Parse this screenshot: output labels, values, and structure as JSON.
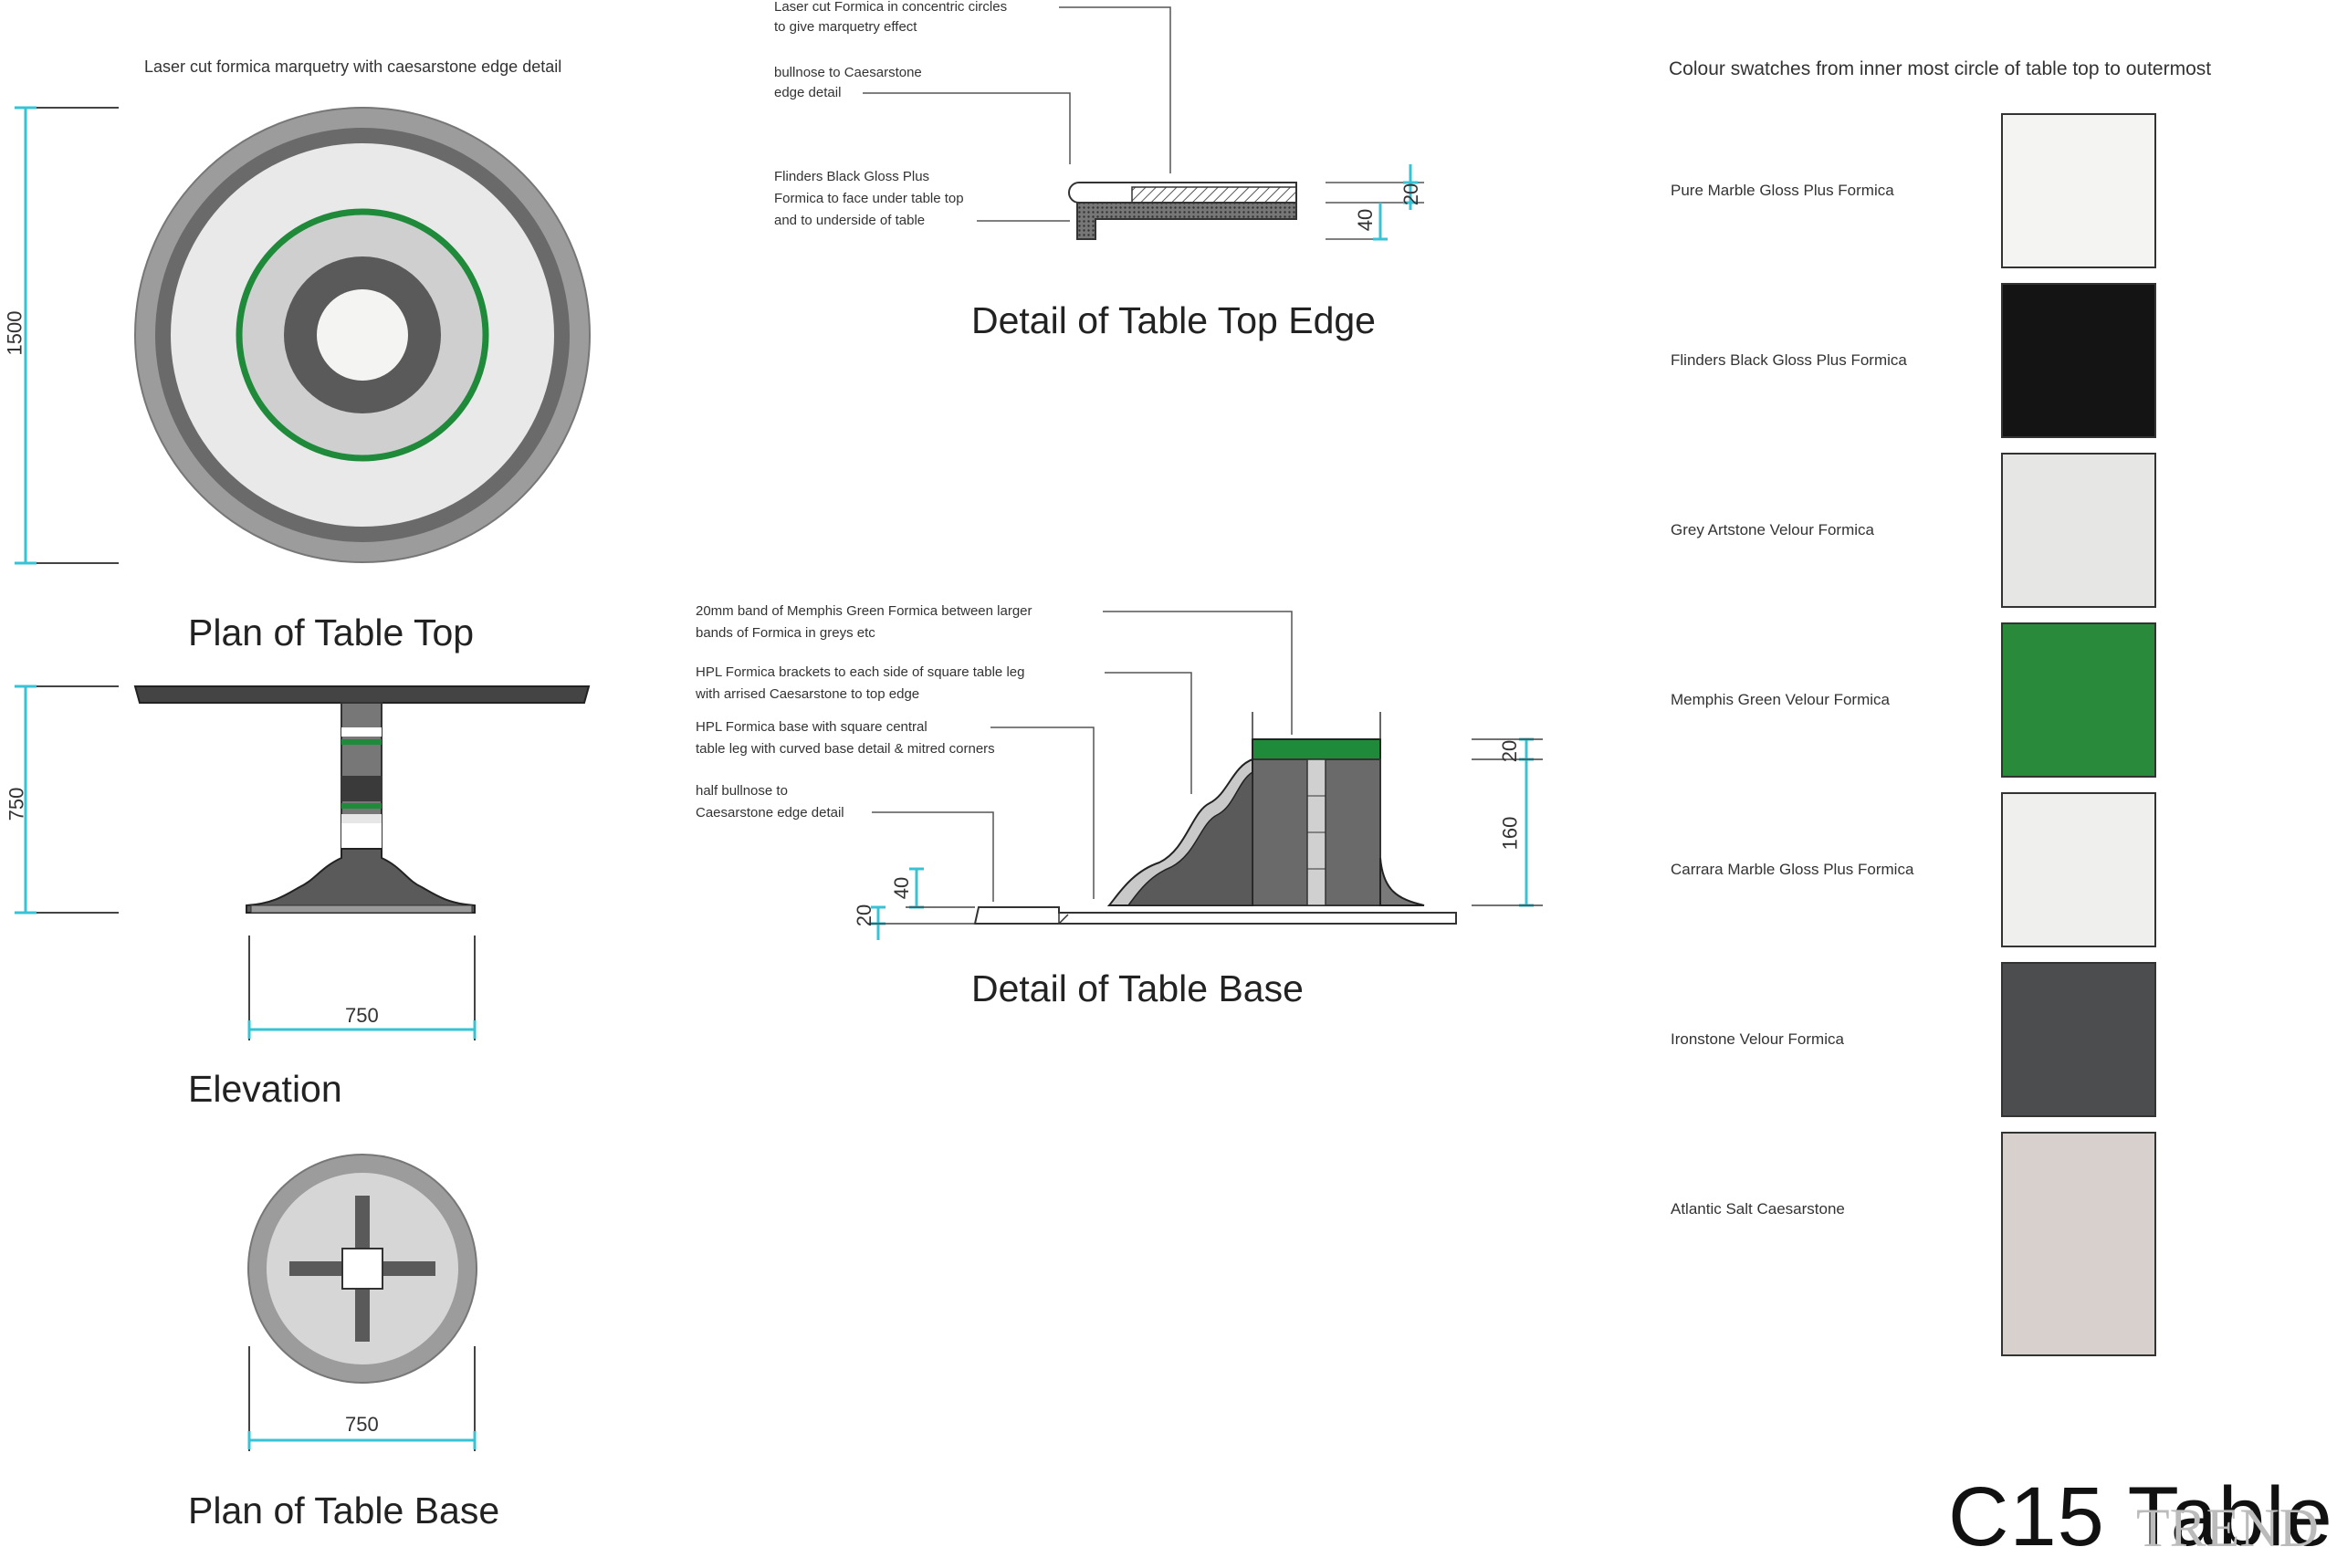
{
  "plan_top": {
    "note": "Laser cut formica marquetry with caesarstone edge detail",
    "dimension": "1500",
    "caption": "Plan of Table Top"
  },
  "elevation": {
    "height_dim": "750",
    "width_dim": "750",
    "caption": "Elevation"
  },
  "plan_base": {
    "width_dim": "750",
    "caption": "Plan of Table Base"
  },
  "detail_edge": {
    "notes": [
      "Laser cut Formica in concentric circles",
      "to give marquetry effect",
      "bullnose to Caesarstone",
      "edge detail",
      "Flinders Black Gloss Plus",
      "Formica to face under table top",
      "and to underside of table"
    ],
    "dim_a": "20",
    "dim_b": "40",
    "caption": "Detail of Table Top Edge"
  },
  "detail_base": {
    "notes": [
      "20mm band of Memphis Green Formica between larger",
      "bands of Formica in greys etc",
      "HPL Formica brackets to each side of square table leg",
      "with arrised Caesarstone to top edge",
      "HPL Formica base with square central",
      "table leg with curved base detail & mitred corners",
      "half bullnose to",
      "Caesarstone edge detail"
    ],
    "dim_20_left": "20",
    "dim_40": "40",
    "dim_20_right": "20",
    "dim_160": "160",
    "caption": "Detail of Table Base"
  },
  "swatches": {
    "heading": "Colour swatches from inner most circle of table top to outermost",
    "items": [
      {
        "label": "Pure Marble Gloss Plus Formica",
        "color": "#f4f4f2"
      },
      {
        "label": "Flinders Black Gloss Plus Formica",
        "color": "#141414"
      },
      {
        "label": "Grey Artstone Velour Formica",
        "color": "#e6e6e4"
      },
      {
        "label": "Memphis Green Velour Formica",
        "color": "#2a8a3c"
      },
      {
        "label": "Carrara Marble Gloss Plus Formica",
        "color": "#efefed"
      },
      {
        "label": "Ironstone Velour Formica",
        "color": "#4c4d4f"
      },
      {
        "label": "Atlantic Salt Caesarstone",
        "color": "#d8d0cc"
      }
    ]
  },
  "title": "C15 Table",
  "watermark": "TREND",
  "colors": {
    "dimension_line": "#36c3d6",
    "accent_green": "#1e8a3a",
    "dark_grey": "#545454",
    "mid_grey": "#9a9a9a",
    "light_grey": "#cfcfcf"
  }
}
